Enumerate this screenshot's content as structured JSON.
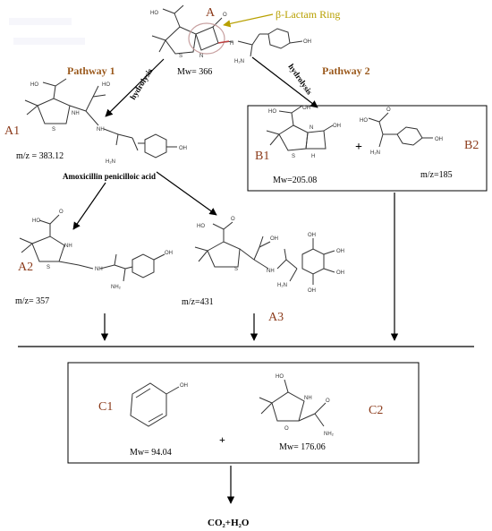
{
  "compounds": {
    "a": {
      "code": "A",
      "mass": "Mw= 366"
    },
    "a1": {
      "code": "A1",
      "mass": "m/z = 383.12",
      "name": "Amoxicillin penicilloic acid"
    },
    "b1": {
      "code": "B1",
      "mass": "Mw=205.08"
    },
    "b2": {
      "code": "B2",
      "mass": "m/z=185"
    },
    "a2": {
      "code": "A2",
      "mass": "m/z= 357"
    },
    "a3": {
      "code": "A3",
      "mass": "m/z=431"
    },
    "c1": {
      "code": "C1",
      "mass": "Mw= 94.04"
    },
    "c2": {
      "code": "C2",
      "mass": "Mw= 176.06"
    }
  },
  "annotations": {
    "beta_lactam_ring": "β-Lactam Ring",
    "pathway_1": "Pathway 1",
    "pathway_2": "Pathway 2",
    "hydrolysis_1": "hydrolysis",
    "hydrolysis_2": "hydrolysis",
    "plus_b": "+",
    "plus_c": "+",
    "final_product": "CO₂+H₂O"
  },
  "atoms": {
    "ho": "HO",
    "oh": "OH",
    "o": "O",
    "nh": "NH",
    "n": "N",
    "s": "S",
    "h": "H",
    "h2n": "H₂N",
    "nh2": "NH₂"
  },
  "colors": {
    "compound_label": "#8B3A1A",
    "pathway_label": "#9B5A1E",
    "ring_highlight": "#C8A0A0",
    "callout_arrow": "#B8A000"
  }
}
